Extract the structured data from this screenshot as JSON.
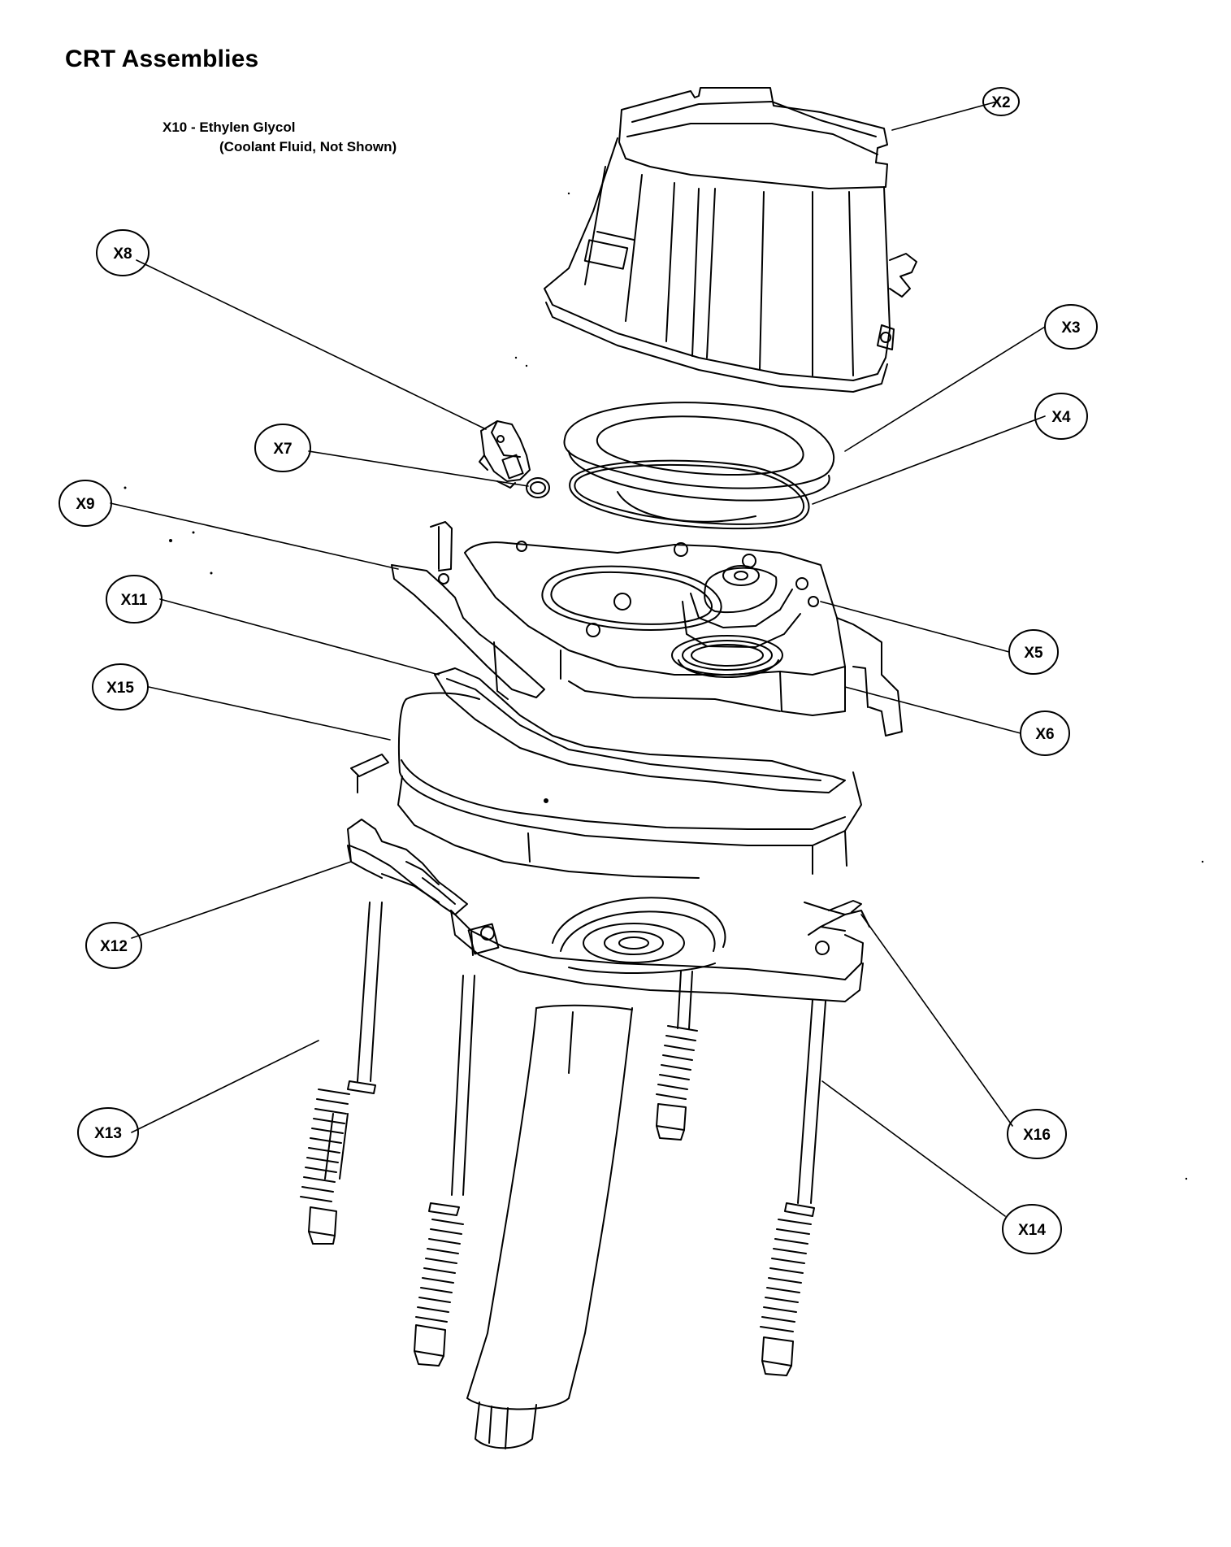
{
  "title": "CRT Assemblies",
  "note": {
    "line1": "X10 - Ethylen Glycol",
    "line2": "(Coolant Fluid, Not Shown)"
  },
  "callouts": [
    {
      "id": "x2",
      "label": "X2"
    },
    {
      "id": "x3",
      "label": "X3"
    },
    {
      "id": "x4",
      "label": "X4"
    },
    {
      "id": "x5",
      "label": "X5"
    },
    {
      "id": "x6",
      "label": "X6"
    },
    {
      "id": "x7",
      "label": "X7"
    },
    {
      "id": "x8",
      "label": "X8"
    },
    {
      "id": "x9",
      "label": "X9"
    },
    {
      "id": "x11",
      "label": "X11"
    },
    {
      "id": "x12",
      "label": "X12"
    },
    {
      "id": "x13",
      "label": "X13"
    },
    {
      "id": "x14",
      "label": "X14"
    },
    {
      "id": "x15",
      "label": "X15"
    },
    {
      "id": "x16",
      "label": "X16"
    }
  ],
  "colors": {
    "ink": "#000000",
    "paper": "#ffffff"
  }
}
